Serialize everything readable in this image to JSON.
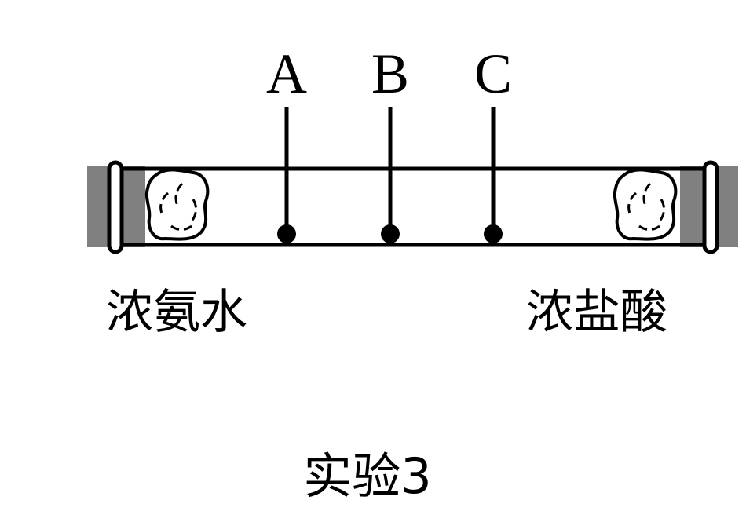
{
  "points": [
    {
      "label": "A"
    },
    {
      "label": "B"
    },
    {
      "label": "C"
    }
  ],
  "labels": {
    "left_substance": "浓氨水",
    "right_substance": "浓盐酸"
  },
  "caption": "实验3",
  "colors": {
    "ink": "#000000",
    "stopper": "#808080",
    "background": "#ffffff"
  }
}
